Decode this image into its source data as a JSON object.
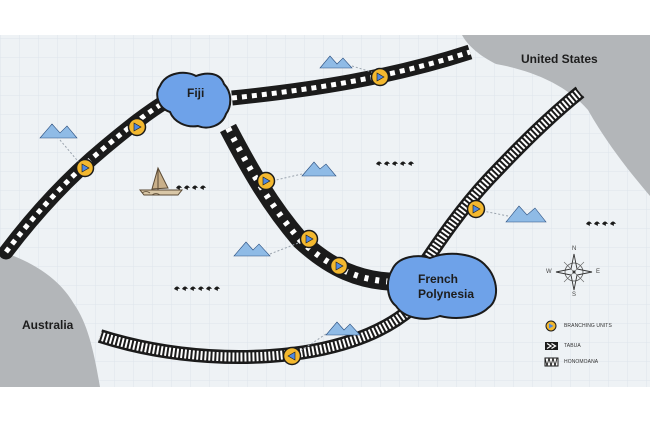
{
  "map": {
    "labels": {
      "fiji": "Fiji",
      "united_states": "United States",
      "australia": "Australia",
      "french_polynesia_line1": "French",
      "french_polynesia_line2": "Polynesia"
    },
    "compass": {
      "n": "N",
      "s": "S",
      "e": "E",
      "w": "W"
    },
    "legend": {
      "branching_units": "BRANCHING UNITS",
      "tabua": "TABUA",
      "honomoana": "HONOMOANA"
    },
    "colors": {
      "ocean": "#eef2f5",
      "grid": "#dde4ec",
      "land_gray": "#b3b6b9",
      "island_blue": "#6ea2e9",
      "cable_dark": "#1b1b1b",
      "branching_unit": "#f3b82f",
      "play_triangle": "#4f88e0",
      "mountain": "#8fbbe6"
    }
  }
}
